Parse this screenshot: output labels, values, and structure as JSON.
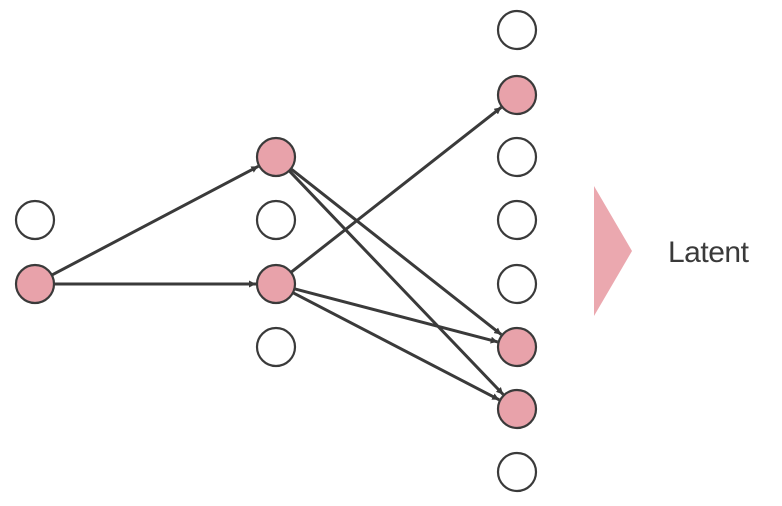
{
  "colors": {
    "active_node_fill": "#e8a2aa",
    "inactive_node_fill": "#ffffff",
    "node_stroke": "#3a3a3a",
    "edge": "#3a3a3a",
    "latent_arrow": "#eba8af"
  },
  "layers": [
    {
      "nodes": [
        {
          "active": false
        },
        {
          "active": true
        }
      ]
    },
    {
      "nodes": [
        {
          "active": true
        },
        {
          "active": false
        },
        {
          "active": true
        },
        {
          "active": false
        }
      ]
    },
    {
      "nodes": [
        {
          "active": false
        },
        {
          "active": true
        },
        {
          "active": false
        },
        {
          "active": false
        },
        {
          "active": false
        },
        {
          "active": true
        },
        {
          "active": true
        },
        {
          "active": false
        }
      ]
    }
  ],
  "edges": [
    {
      "from": [
        0,
        1
      ],
      "to": [
        1,
        0
      ]
    },
    {
      "from": [
        0,
        1
      ],
      "to": [
        1,
        2
      ]
    },
    {
      "from": [
        1,
        0
      ],
      "to": [
        2,
        5
      ]
    },
    {
      "from": [
        1,
        0
      ],
      "to": [
        2,
        6
      ]
    },
    {
      "from": [
        1,
        2
      ],
      "to": [
        2,
        1
      ]
    },
    {
      "from": [
        1,
        2
      ],
      "to": [
        2,
        5
      ]
    },
    {
      "from": [
        1,
        2
      ],
      "to": [
        2,
        6
      ]
    }
  ],
  "label": "Latent"
}
